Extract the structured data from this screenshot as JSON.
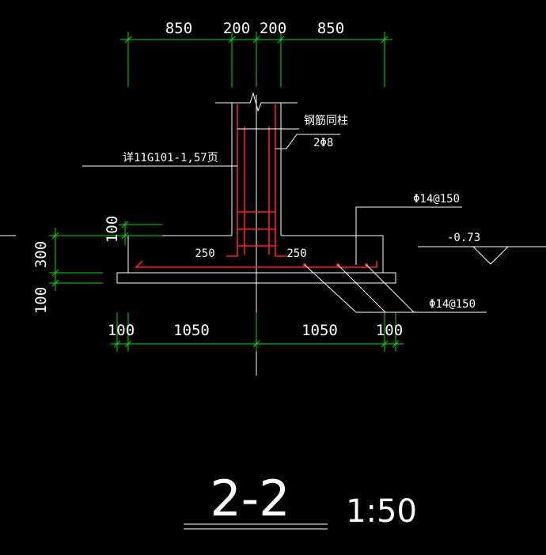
{
  "colors": {
    "background": "#000000",
    "outline": "#ffffff",
    "dimension": "#00e000",
    "rebar": "#ff2020"
  },
  "dimensions": {
    "top": [
      "850",
      "200",
      "200",
      "850"
    ],
    "bottom": [
      "100",
      "1050",
      "1050",
      "100"
    ],
    "left": [
      "300",
      "100"
    ],
    "left_top": "100",
    "bar_offset_left": "250",
    "bar_offset_right": "250"
  },
  "labels": {
    "column_bars": "钢筋同柱",
    "stirrups": "2Φ8",
    "reference": "详11G101-1,57页",
    "top_bars": "Φ14@150",
    "bottom_bars": "Φ14@150",
    "elevation": "-0.73"
  },
  "title": {
    "section": "2-2",
    "scale": "1:50"
  }
}
